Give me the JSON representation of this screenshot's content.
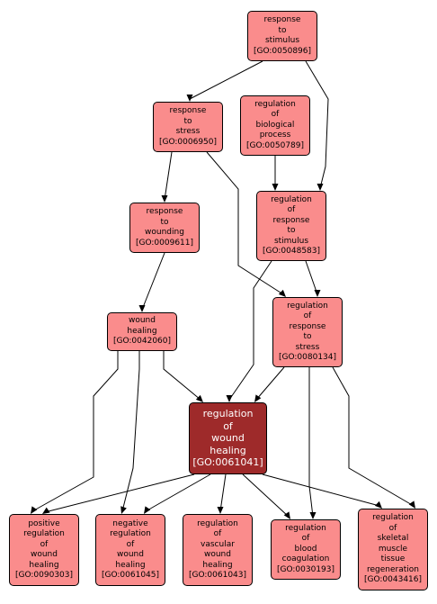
{
  "colors": {
    "node_fill": "#fa8c8c",
    "focus_fill": "#9e2a2a",
    "edge": "#000000"
  },
  "nodes": {
    "n0050896": {
      "label": "response\nto\nstimulus",
      "go": "[GO:0050896]"
    },
    "n0006950": {
      "label": "response\nto\nstress",
      "go": "[GO:0006950]"
    },
    "n0050789": {
      "label": "regulation\nof\nbiological\nprocess",
      "go": "[GO:0050789]"
    },
    "n0009611": {
      "label": "response\nto\nwounding",
      "go": "[GO:0009611]"
    },
    "n0048583": {
      "label": "regulation\nof\nresponse\nto\nstimulus",
      "go": "[GO:0048583]"
    },
    "n0042060": {
      "label": "wound\nhealing",
      "go": "[GO:0042060]"
    },
    "n0080134": {
      "label": "regulation\nof\nresponse\nto\nstress",
      "go": "[GO:0080134]"
    },
    "n0061041": {
      "label": "regulation\nof\nwound\nhealing",
      "go": "[GO:0061041]"
    },
    "n0090303": {
      "label": "positive\nregulation\nof\nwound\nhealing",
      "go": "[GO:0090303]"
    },
    "n0061045": {
      "label": "negative\nregulation\nof\nwound\nhealing",
      "go": "[GO:0061045]"
    },
    "n0061043": {
      "label": "regulation\nof\nvascular\nwound\nhealing",
      "go": "[GO:0061043]"
    },
    "n0030193": {
      "label": "regulation\nof\nblood\ncoagulation",
      "go": "[GO:0030193]"
    },
    "n0043416": {
      "label": "regulation\nof\nskeletal\nmuscle\ntissue\nregeneration",
      "go": "[GO:0043416]"
    }
  }
}
